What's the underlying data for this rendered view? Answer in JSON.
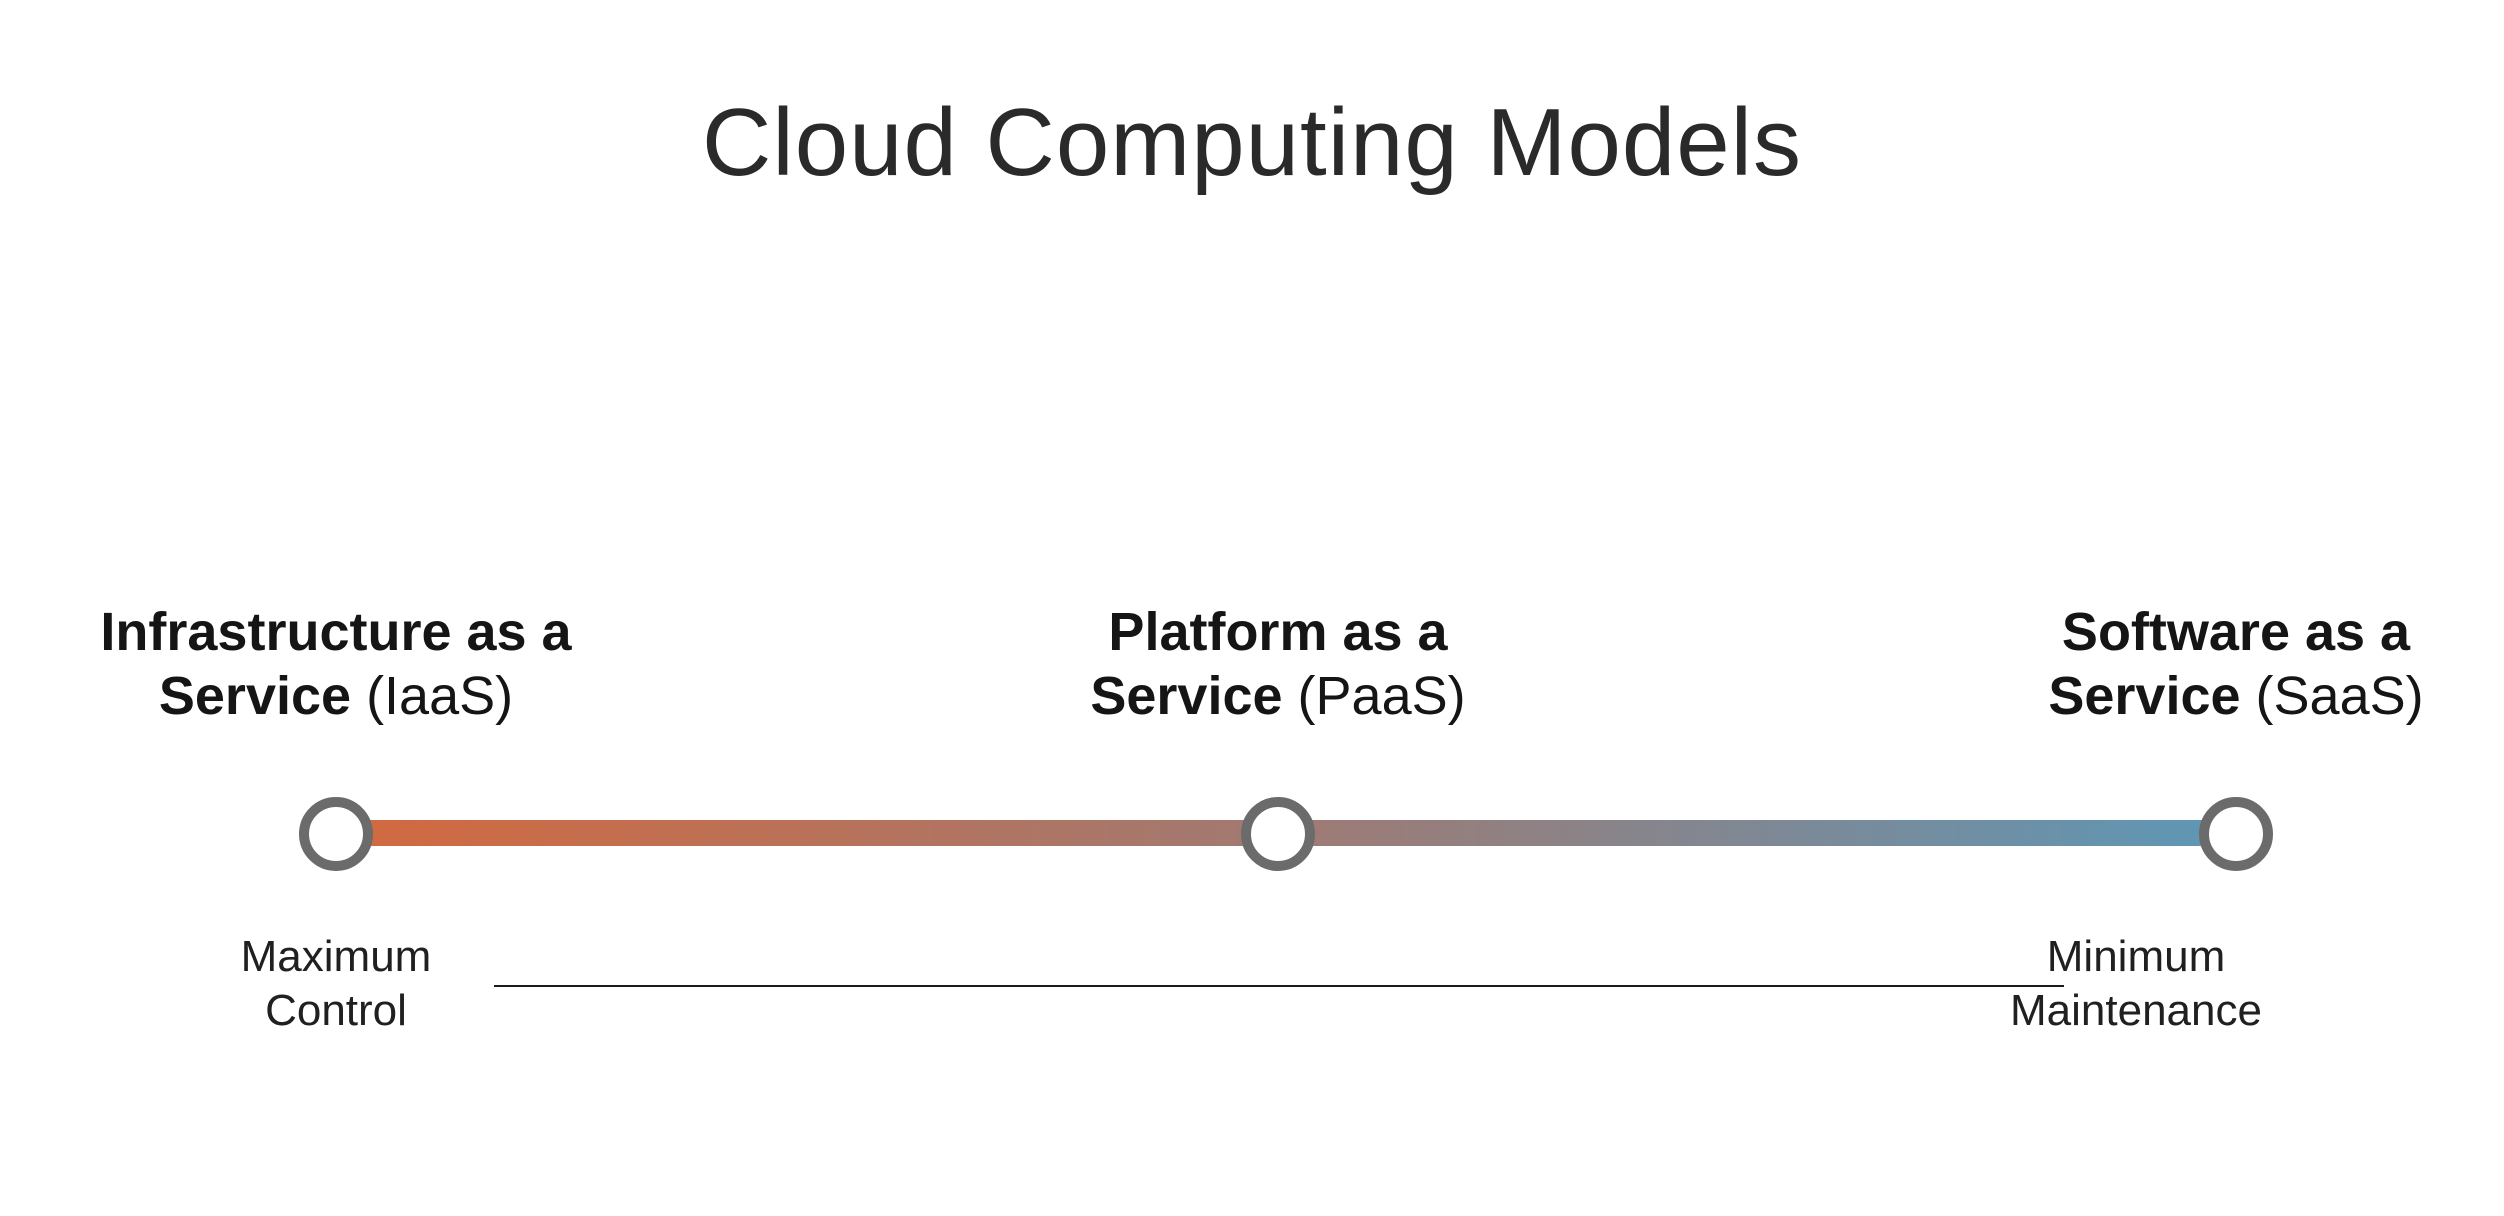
{
  "title": "Cloud Computing Models",
  "models": [
    {
      "bold": "Infrastructure as a",
      "bold2": "Service",
      "abbr": "(IaaS)"
    },
    {
      "bold": "Platform as a",
      "bold2": "Service",
      "abbr": "(PaaS)"
    },
    {
      "bold": "Software as a",
      "bold2": "Service",
      "abbr": "(SaaS)"
    }
  ],
  "spectrum": {
    "start_color": "#d2693f",
    "mid_color": "#a07a73",
    "end_color": "#5d97b6",
    "node_color": "#6b6b6b"
  },
  "ends": {
    "left": {
      "line1": "Maximum",
      "line2": "Control"
    },
    "right": {
      "line1": "Minimum",
      "line2": "Maintenance"
    }
  }
}
